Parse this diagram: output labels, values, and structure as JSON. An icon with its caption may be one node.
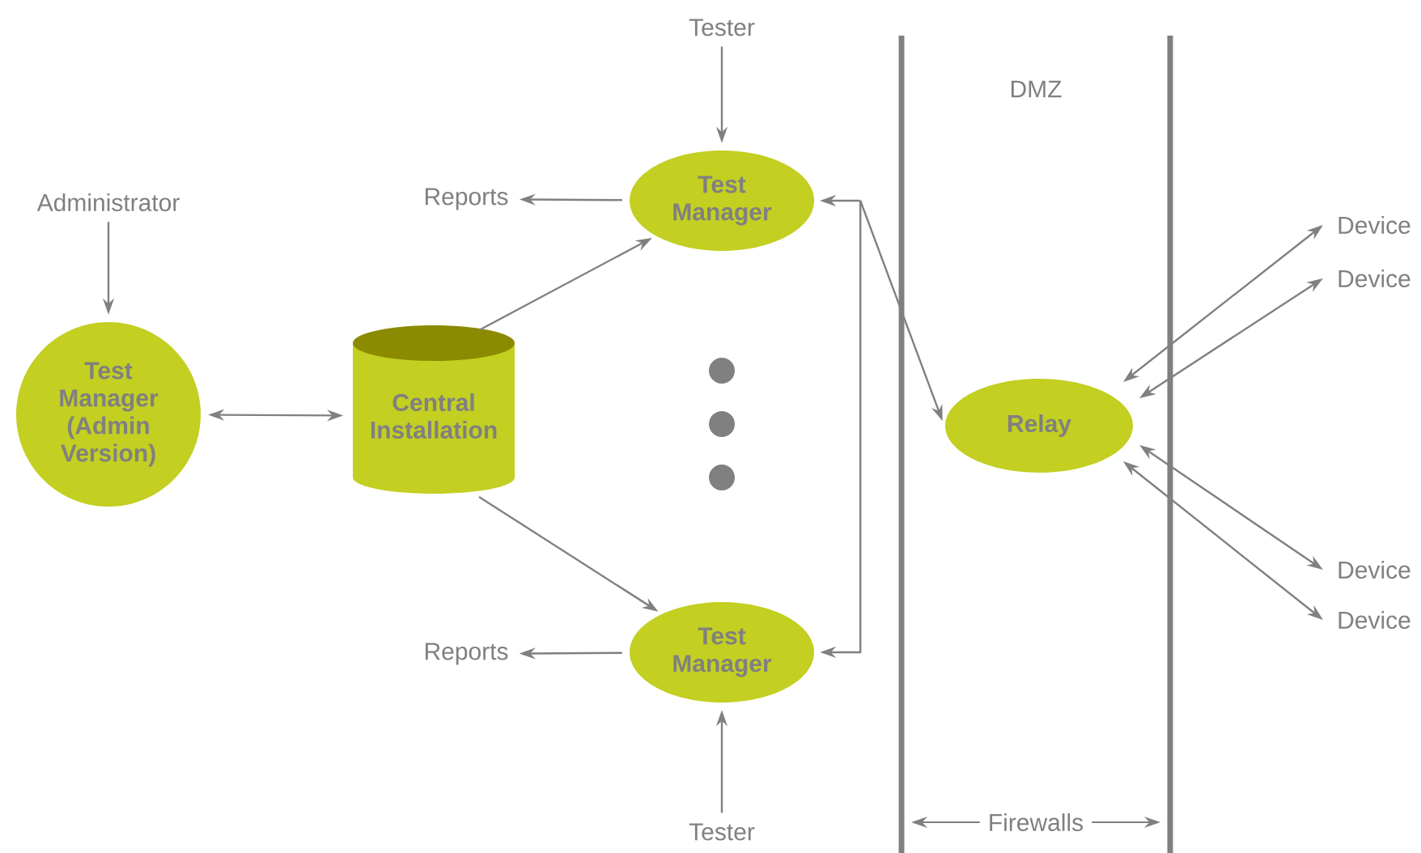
{
  "diagram": {
    "nodes": [
      {
        "text": [
          "Administrator"
        ]
      },
      {
        "text": [
          "Test Manager (Admin Version)"
        ]
      },
      {
        "text": [
          "Central Installation"
        ]
      },
      {
        "text": [
          "Tester"
        ]
      },
      {
        "text": [
          "Reports"
        ]
      },
      {
        "text": [
          "Test Manager"
        ]
      },
      {
        "text": [
          "Test Manager"
        ]
      },
      {
        "text": [
          "Reports"
        ]
      },
      {
        "text": [
          "Tester"
        ]
      },
      {
        "text": [
          "Relay"
        ]
      },
      {
        "text": [
          "Device"
        ]
      },
      {
        "text": [
          "Device"
        ]
      },
      {
        "text": [
          "Device"
        ]
      },
      {
        "text": [
          "Device"
        ]
      }
    ],
    "edges": [
      {
        "from": 0,
        "to": 1,
        "arrow": "to"
      },
      {
        "from": 1,
        "to": 2,
        "arrow": "both"
      },
      {
        "from": 2,
        "to": 5,
        "arrow": "to"
      },
      {
        "from": 2,
        "to": 6,
        "arrow": "to"
      },
      {
        "from": 3,
        "to": 5,
        "arrow": "to"
      },
      {
        "from": 5,
        "to": 4,
        "arrow": "to"
      },
      {
        "from": 6,
        "to": 7,
        "arrow": "to"
      },
      {
        "from": 8,
        "to": 6,
        "arrow": "to"
      },
      {
        "from": 5,
        "to": 9,
        "arrow": "both"
      },
      {
        "from": 6,
        "to": 9,
        "arrow": "both"
      },
      {
        "from": 9,
        "to": 10,
        "arrow": "both"
      },
      {
        "from": 9,
        "to": 11,
        "arrow": "both"
      },
      {
        "from": 9,
        "to": 12,
        "arrow": "both"
      },
      {
        "from": 9,
        "to": 13,
        "arrow": "both"
      }
    ],
    "labels": [
      "DMZ",
      "Firewalls"
    ]
  }
}
